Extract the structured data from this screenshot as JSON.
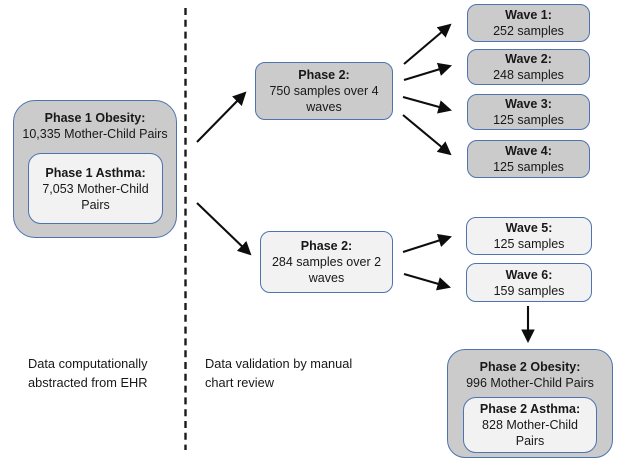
{
  "colors": {
    "box_border": "#4d74b0",
    "gray_fill": "#cbcbcb",
    "light_fill": "#f2f2f2",
    "arrow": "#0d0d0d",
    "divider": "#1a1a1a",
    "text": "#181818",
    "background": "#ffffff"
  },
  "phase1": {
    "obesity_title": "Phase 1 Obesity:",
    "obesity_subtitle": "10,335 Mother-Child Pairs",
    "asthma_title": "Phase 1 Asthma:",
    "asthma_subtitle": "7,053 Mother-Child Pairs"
  },
  "phase2_top": {
    "title": "Phase 2:",
    "subtitle": "750 samples over 4 waves"
  },
  "phase2_bottom": {
    "title": "Phase 2:",
    "subtitle": "284 samples over 2 waves"
  },
  "waves": [
    {
      "label": "Wave 1:",
      "samples": "252 samples"
    },
    {
      "label": "Wave 2:",
      "samples": "248 samples"
    },
    {
      "label": "Wave 3:",
      "samples": "125 samples"
    },
    {
      "label": "Wave 4:",
      "samples": "125 samples"
    },
    {
      "label": "Wave 5:",
      "samples": "125 samples"
    },
    {
      "label": "Wave 6:",
      "samples": "159 samples"
    }
  ],
  "phase2_result": {
    "obesity_title": "Phase 2 Obesity:",
    "obesity_subtitle": "996 Mother-Child Pairs",
    "asthma_title": "Phase 2 Asthma:",
    "asthma_subtitle": "828 Mother-Child Pairs"
  },
  "captions": {
    "left": "Data computationally abstracted from EHR",
    "right": "Data validation by manual chart review"
  }
}
